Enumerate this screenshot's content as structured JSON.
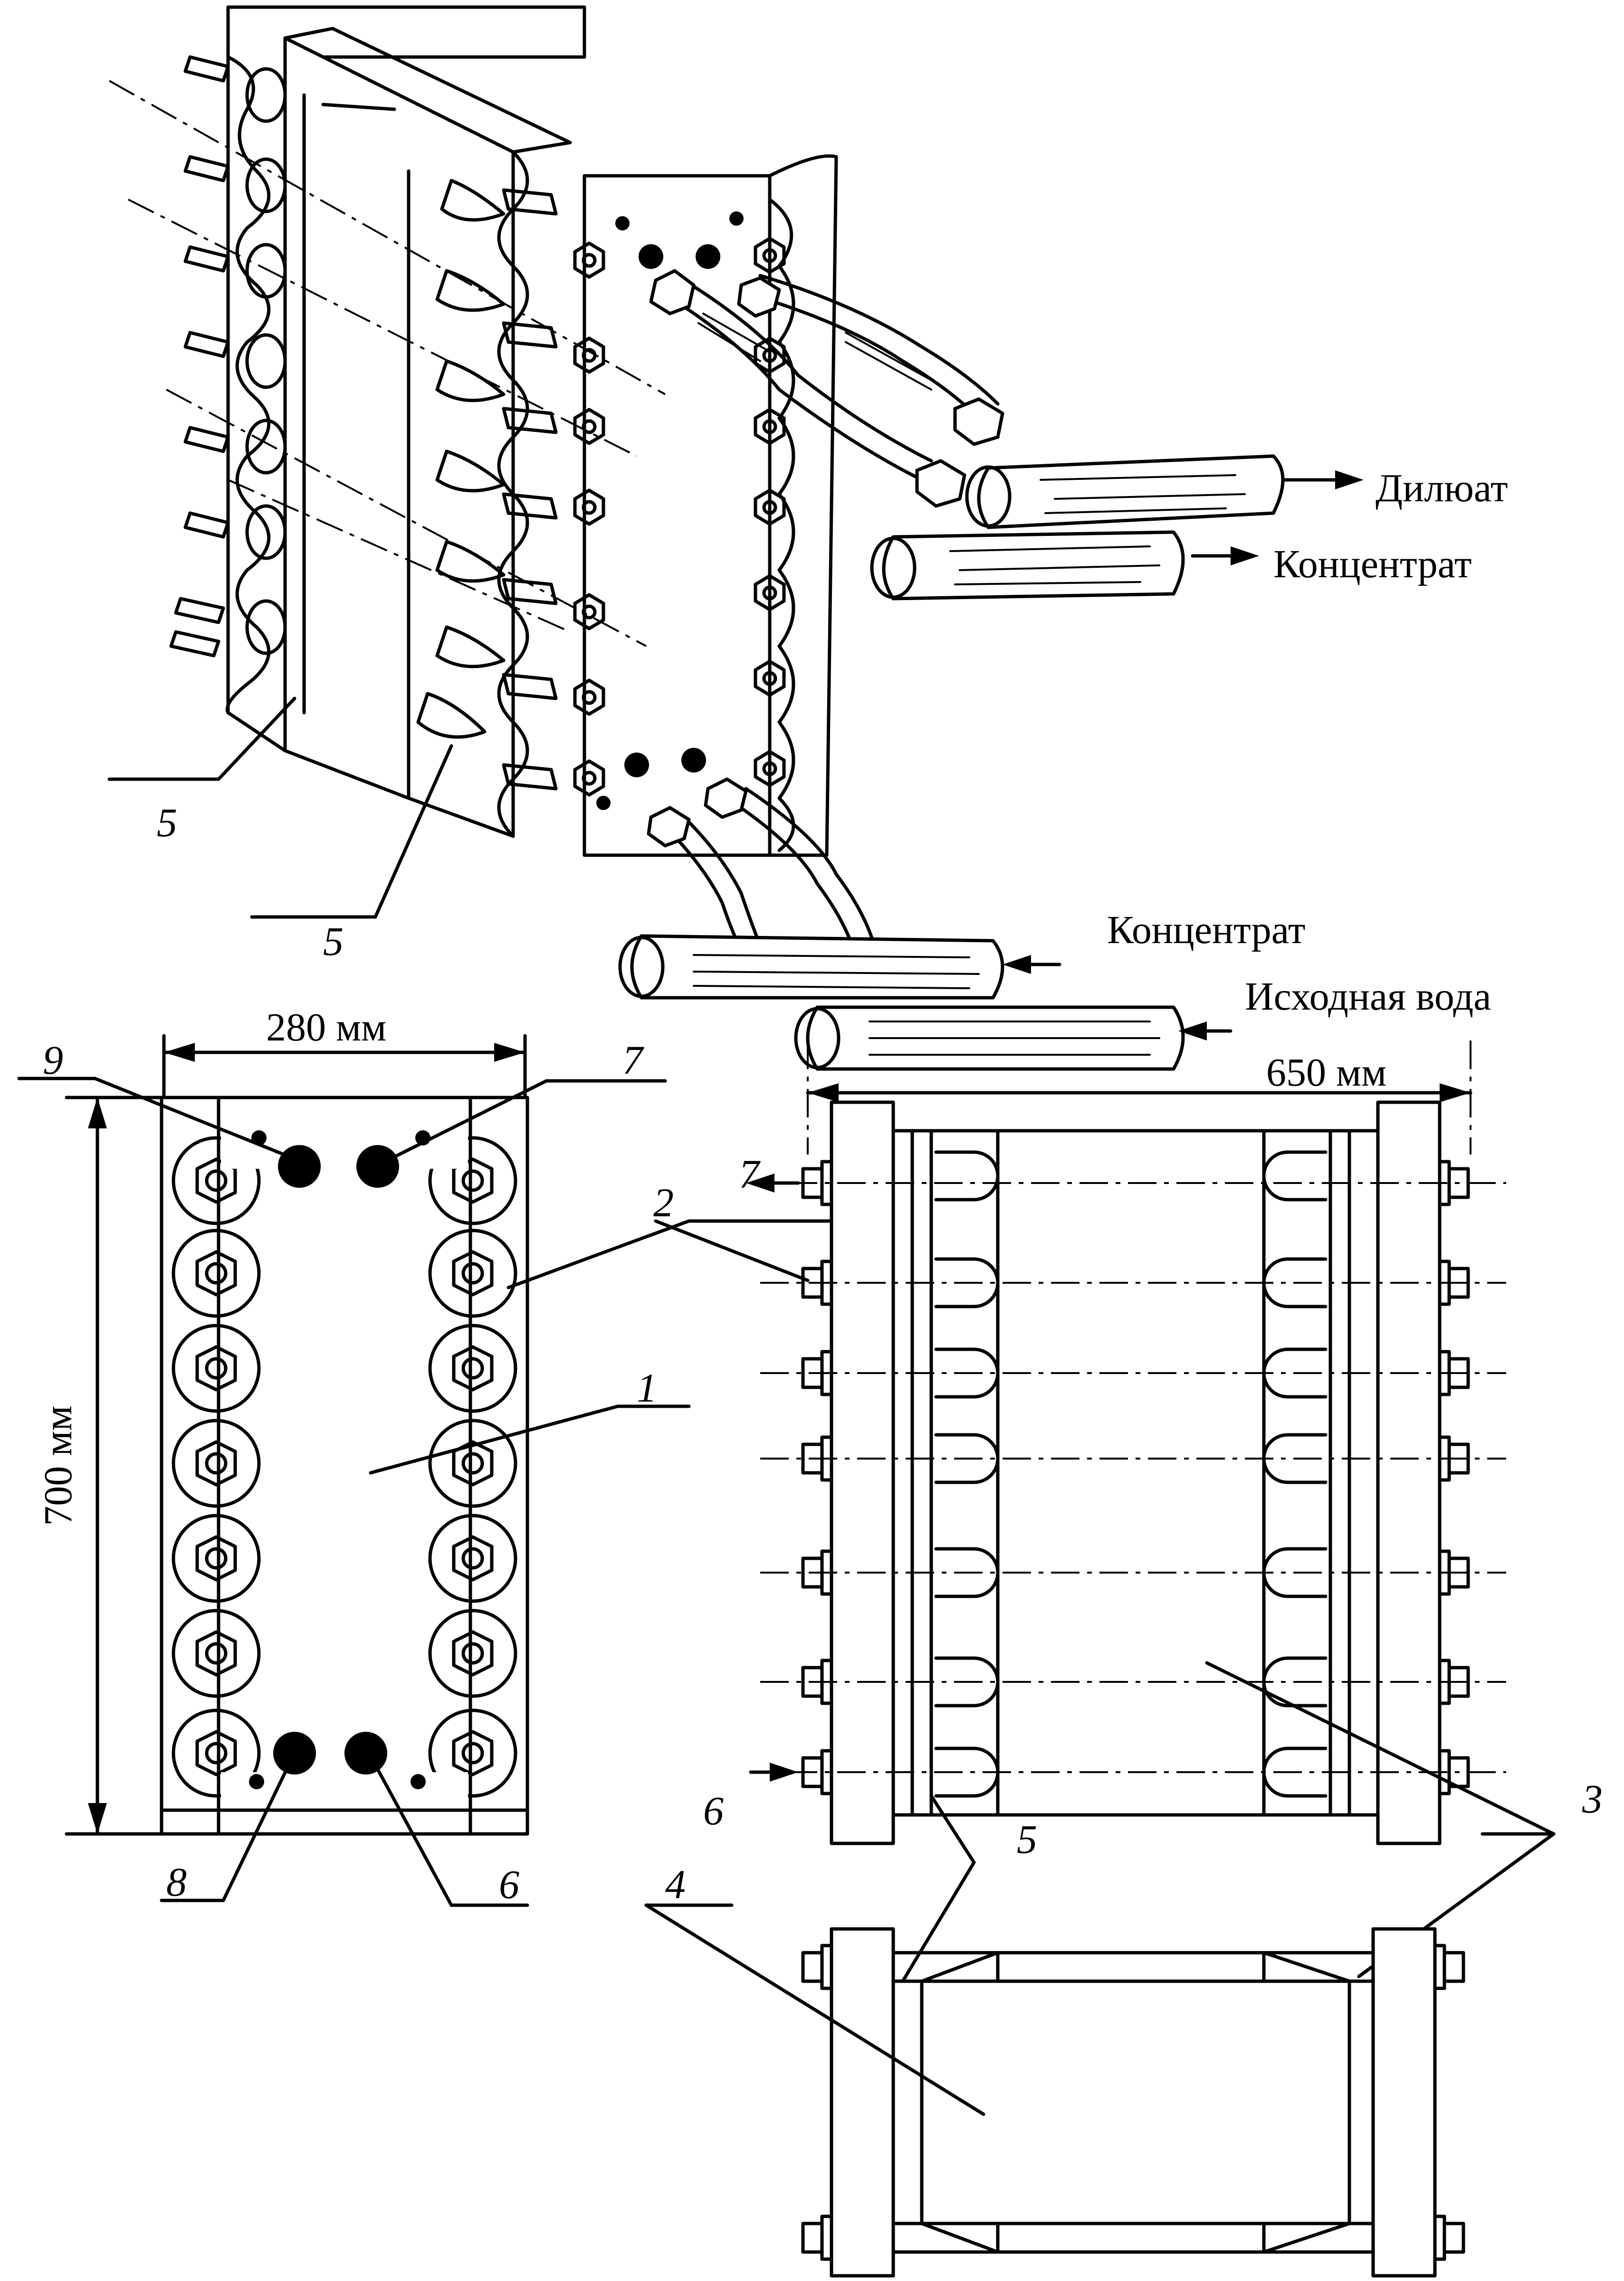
{
  "labels": {
    "diluate": "Дилюат",
    "concentrate_out": "Концентрат",
    "concentrate_in": "Концентрат",
    "feed_water": "Исходная вода"
  },
  "dimensions": {
    "width_plate": "280 мм",
    "height_plate": "700 мм",
    "stack_length": "650 мм"
  },
  "callouts": {
    "n1": "1",
    "n2": "2",
    "n3": "3",
    "n4": "4",
    "n5a": "5",
    "n5b": "5",
    "n5c": "5",
    "n6a": "6",
    "n6b": "6",
    "n7a": "7",
    "n7b": "7",
    "n8": "8",
    "n9": "9"
  }
}
